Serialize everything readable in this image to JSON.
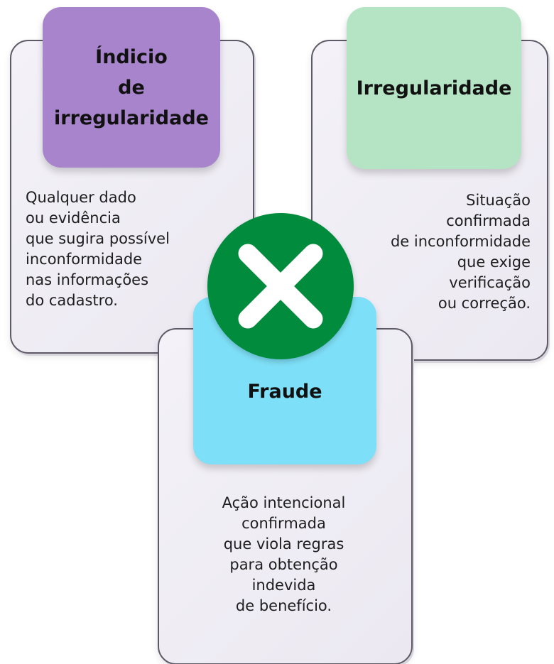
{
  "cards": {
    "indicio": {
      "title": "Índicio\nde\nirregularidade",
      "description": "Qualquer dado\nou evidência\nque sugira possível\ninconformidade\nnas informações\ndo cadastro.",
      "color": "#a884cc"
    },
    "irregularidade": {
      "title": "Irregularidade",
      "description": "Situação\nconfirmada\nde inconformidade\nque exige\nverificação\nou correção.",
      "color": "#b4e4c4"
    },
    "fraude": {
      "title": "Fraude",
      "description": "Ação intencional\nconfirmada\nque viola regras\npara obtenção\nindevida\nde benefício.",
      "color": "#7ee0f8"
    }
  },
  "badge": {
    "icon": "close-icon",
    "color": "#008c3c",
    "icon_color": "#ffffff"
  }
}
